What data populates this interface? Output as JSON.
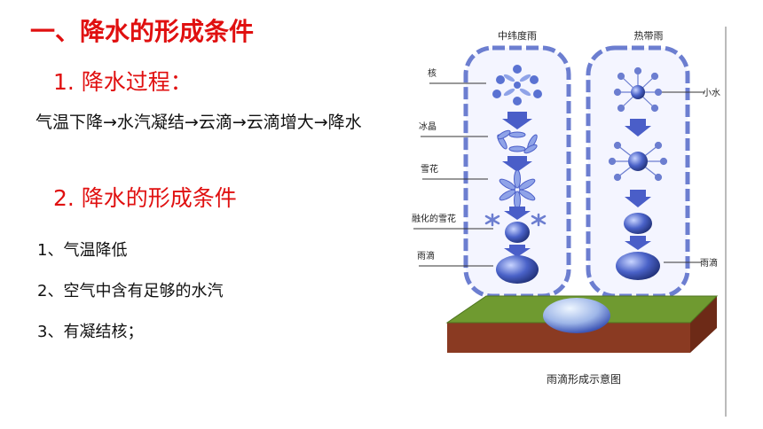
{
  "heading": "一、降水的形成条件",
  "section1": {
    "title": "1. 降水过程：",
    "process": "气温下降→水汽凝结→云滴→云滴增大→降水"
  },
  "section2": {
    "title": "2. 降水的形成条件",
    "conditions": [
      "1、气温降低",
      "2、空气中含有足够的水汽",
      "3、有凝结核；"
    ]
  },
  "figure": {
    "column_left": "中纬度雨",
    "column_right": "热带雨",
    "labels_left": [
      "核",
      "冰晶",
      "雪花",
      "融化的雪花",
      "雨滴"
    ],
    "labels_right": [
      "小水",
      "雨滴"
    ],
    "caption": "雨滴形成示意图"
  },
  "colors": {
    "heading": "#e01010",
    "cloud_border": "#6c7ed0",
    "drop": "#3350b8",
    "arrow": "#4a5ec8",
    "grass": "#5f8a2a",
    "soil": "#8a3a22"
  }
}
